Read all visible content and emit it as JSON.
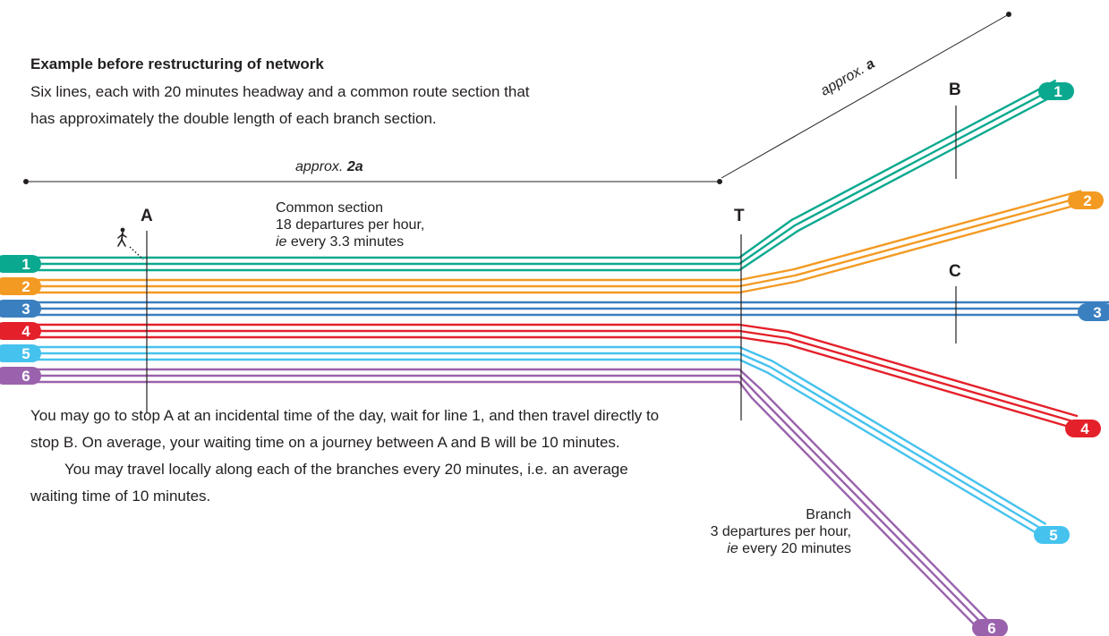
{
  "heading": "Example before restructuring of network",
  "intro": [
    "Six lines, each with 20 minutes headway and a common route section that",
    "has approximately the double length of each branch section."
  ],
  "measure_2a": {
    "prefix": "approx. ",
    "value": "2a"
  },
  "measure_a": {
    "prefix": "approx. ",
    "value": "a"
  },
  "common_section": {
    "title": "Common section",
    "line2": "18 departures per hour,",
    "line3_italic": "ie",
    "line3_rest": " every 3.3 minutes"
  },
  "branch_section": {
    "title": "Branch",
    "line2": "3 departures per hour,",
    "line3_italic": "ie",
    "line3_rest": " every 20 minutes"
  },
  "stops": {
    "A": "A",
    "T": "T",
    "B": "B",
    "C": "C"
  },
  "body": [
    "You may go to stop A at an incidental time of the day, wait for line 1, and then travel directly to stop B. On average, your waiting time on a journey between A and B will be 10 minutes.",
    "You may travel locally along each of the branches every 20 minutes, i.e. an average waiting time of 10 minutes."
  ],
  "lines": [
    {
      "id": "1",
      "color": "#0aa98f"
    },
    {
      "id": "2",
      "color": "#f39a23"
    },
    {
      "id": "3",
      "color": "#3a7fc0"
    },
    {
      "id": "4",
      "color": "#e4202a"
    },
    {
      "id": "5",
      "color": "#45c2ee"
    },
    {
      "id": "6",
      "color": "#9a62ad"
    }
  ],
  "icons": {
    "pedestrian": "walking-person-icon"
  }
}
